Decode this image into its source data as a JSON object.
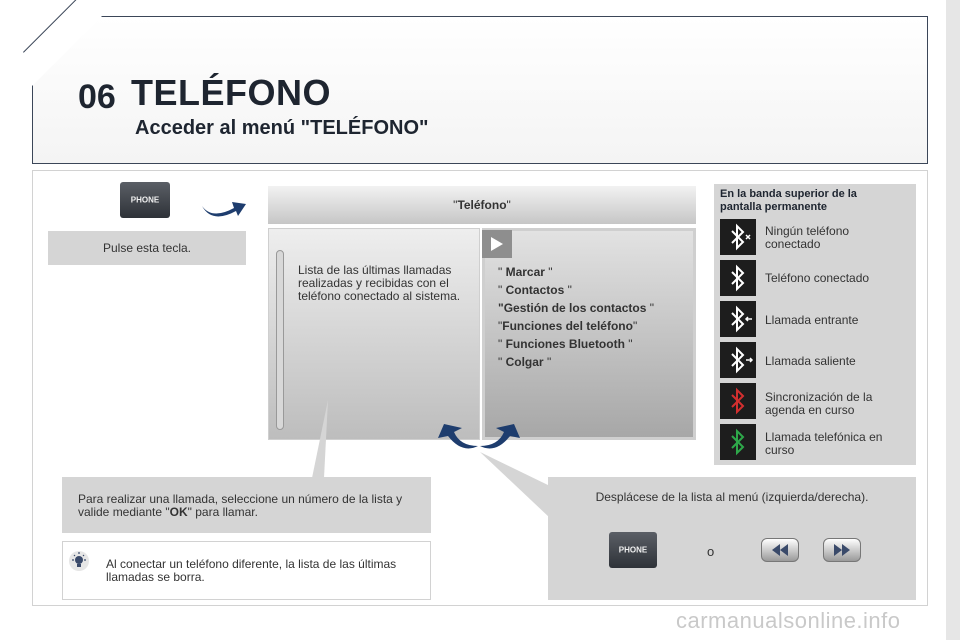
{
  "header": {
    "chapter": "06",
    "title": "TELÉFONO",
    "subtitle": "Acceder al menú \"TELÉFONO\""
  },
  "press_key": {
    "key_label": "PHONE",
    "text": "Pulse esta tecla."
  },
  "screen": {
    "header_prefix": "\"",
    "header_bold": "Teléfono",
    "header_suffix": "\"",
    "list_text": "Lista de las últimas llamadas realizadas y recibidas con el teléfono conectado al sistema.",
    "menu_items": [
      {
        "pre": "\" ",
        "bold": "Marcar",
        "post": " \""
      },
      {
        "pre": "\" ",
        "bold": "Contactos",
        "post": " \""
      },
      {
        "pre": "",
        "bold": "\"Gestión de los contactos",
        "post": " \""
      },
      {
        "pre": "\"",
        "bold": "Funciones del teléfono",
        "post": "\""
      },
      {
        "pre": "\" ",
        "bold": "Funciones Bluetooth",
        "post": " \""
      },
      {
        "pre": "\" ",
        "bold": "Colgar",
        "post": " \""
      }
    ]
  },
  "legend": {
    "title": "En la banda superior de la pantalla permanente",
    "items": [
      {
        "label": "Ningún teléfono conectado",
        "icon": "bluetooth-disconnected-icon",
        "color": "#ffffff"
      },
      {
        "label": "Teléfono conectado",
        "icon": "bluetooth-icon",
        "color": "#ffffff"
      },
      {
        "label": "Llamada entrante",
        "icon": "bluetooth-incoming-icon",
        "color": "#ffffff"
      },
      {
        "label": "Llamada saliente",
        "icon": "bluetooth-outgoing-icon",
        "color": "#ffffff"
      },
      {
        "label": "Sincronización de la agenda en curso",
        "icon": "bluetooth-sync-icon",
        "color": "#d32f2f"
      },
      {
        "label": "Llamada telefónica en curso",
        "icon": "bluetooth-call-icon",
        "color": "#2ea84a"
      }
    ]
  },
  "call_note": {
    "text_before": "Para realizar una llamada, seleccione un número de la lista y valide mediante \"",
    "ok": "OK",
    "text_after": "\" para llamar."
  },
  "scroll_note": {
    "text": "Desplácese de la lista al menú (izquierda/derecha).",
    "key_label": "PHONE",
    "or": "o"
  },
  "tip": {
    "text": "Al conectar un teléfono diferente, la lista de las últimas llamadas se borra."
  },
  "footer": {
    "watermark": "carmanualsonline.info"
  }
}
